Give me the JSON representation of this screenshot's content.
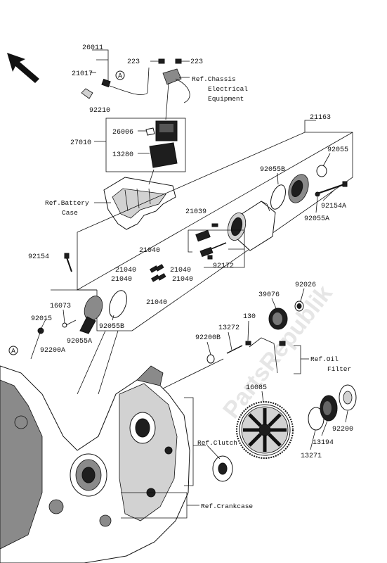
{
  "watermark": "PartsRepublik",
  "part_numbers": {
    "p26011": "26011",
    "p223a": "223",
    "p223b": "223",
    "p21017": "21017",
    "p92210": "92210",
    "p21163": "21163",
    "p27010": "27010",
    "p26006": "26006",
    "p13280": "13280",
    "p92055": "92055",
    "p92055B_top": "92055B",
    "p92154A": "92154A",
    "p92055A_top": "92055A",
    "p21039": "21039",
    "p92154": "92154",
    "p21040_1": "21040",
    "p21040_2": "21040",
    "p21040_3": "21040",
    "p21040_4": "21040",
    "p21040_5": "21040",
    "p21040_6": "21040",
    "p92172": "92172",
    "p16073": "16073",
    "p92015": "92015",
    "p92055A_low": "92055A",
    "p92200A": "92200A",
    "p92055B_low": "92055B",
    "p39076": "39076",
    "p92026": "92026",
    "p130": "130",
    "p13272": "13272",
    "p92200B": "92200B",
    "p16085": "16085",
    "p92200": "92200",
    "p13194": "13194",
    "p13271": "13271"
  },
  "references": {
    "chassis_line1": "Ref.Chassis",
    "chassis_line2": "Electrical",
    "chassis_line3": "Equipment",
    "battery_line1": "Ref.Battery",
    "battery_line2": "Case",
    "oil_line1": "Ref.Oil",
    "oil_line2": "Filter",
    "clutch": "Ref.Clutch",
    "crankcase": "Ref.Crankcase"
  },
  "markers": {
    "a_top": "A",
    "a_bottom": "A"
  }
}
